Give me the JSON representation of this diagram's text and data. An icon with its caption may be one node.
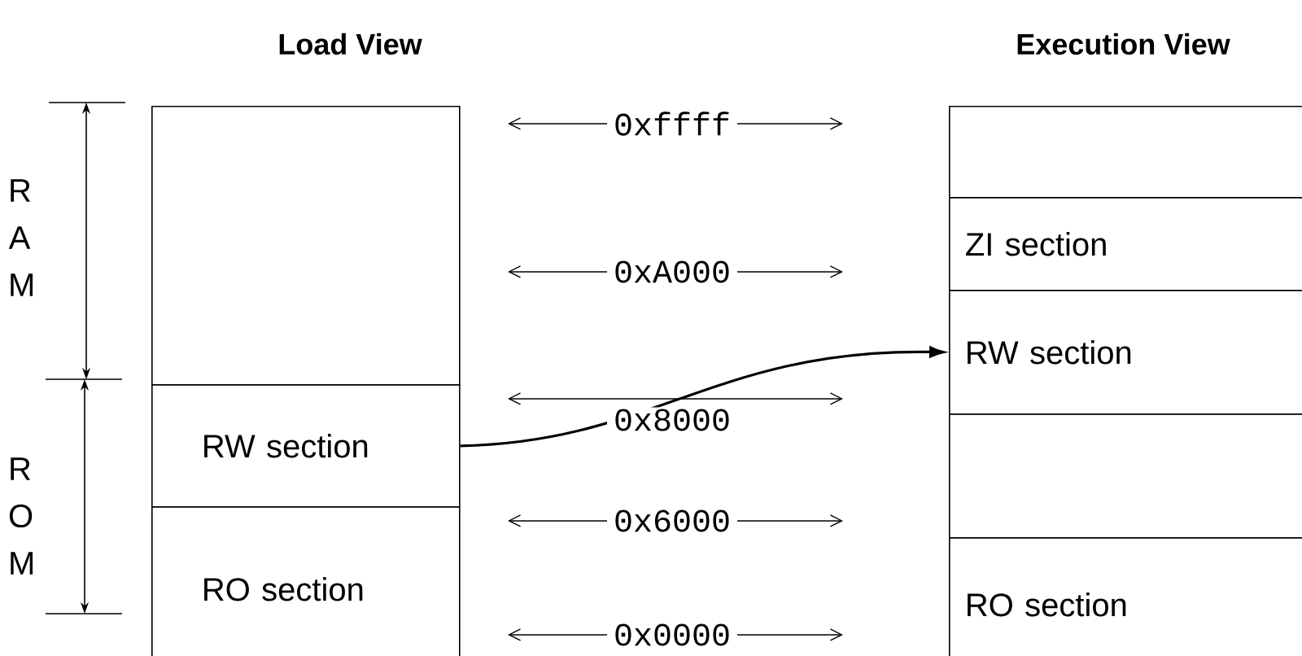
{
  "diagram": {
    "nodes": [
      {
        "text": [],
        "shape": "box"
      },
      {
        "text": [
          "RW section"
        ]
      },
      {
        "text": [
          "RO section"
        ]
      },
      {
        "text": [],
        "shape": "box"
      },
      {
        "text": [
          "ZI section"
        ]
      },
      {
        "text": [
          "RW section"
        ]
      },
      {
        "text": [],
        "shape": "box"
      },
      {
        "text": [
          "RO section"
        ]
      }
    ],
    "edges": [
      {
        "from": 1,
        "to": 5,
        "arrow": "to"
      }
    ],
    "labels": [
      "Load View",
      "Execution View",
      "R A M",
      "0xffff",
      "0xA000",
      "0x8000",
      "R O M",
      "0x6000",
      "0x0000"
    ]
  }
}
